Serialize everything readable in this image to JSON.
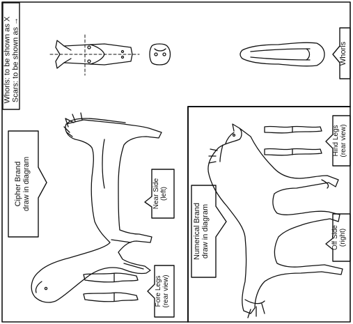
{
  "legend": {
    "whorls": "Whorls: to be shown as X",
    "scars": "Scars: to be shown as →"
  },
  "labels": {
    "cipher_brand_1": "Cipher Brand",
    "cipher_brand_2": "draw in diagram",
    "numerical_brand_1": "Numerical Brand",
    "numerical_brand_2": "draw in diagram",
    "near_side_1": "Near Side",
    "near_side_2": "(left)",
    "off_side_1": "Off Side",
    "off_side_2": "(right)",
    "fore_legs_1": "Fore Legs",
    "fore_legs_2": "(rear view)",
    "hind_legs_1": "Hind Legs",
    "hind_legs_2": "(rear view)",
    "whorls_tab": "Whorls"
  }
}
